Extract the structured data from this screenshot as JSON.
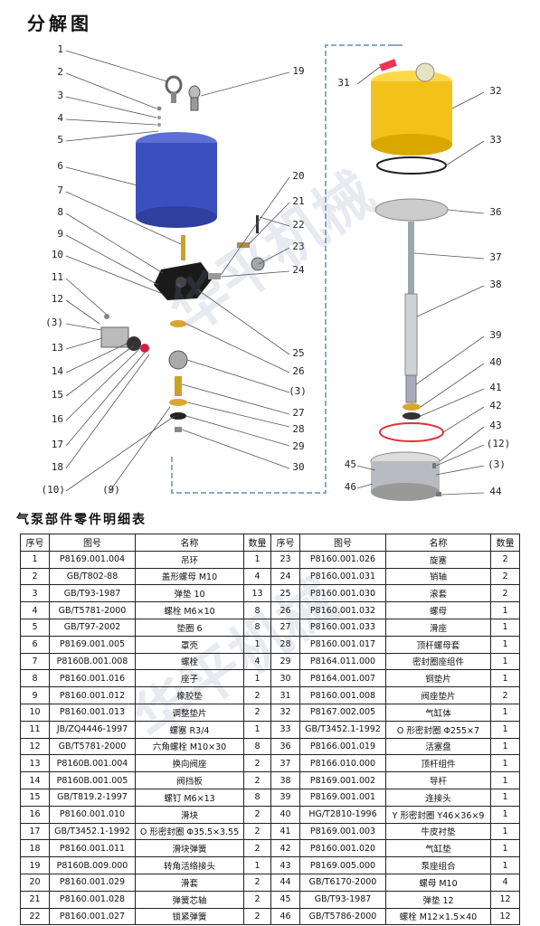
{
  "page_title": "分解图",
  "table_title": "气泵部件零件明细表",
  "watermark": "华平机械",
  "callouts_left": [
    "1",
    "2",
    "3",
    "4",
    "5",
    "6",
    "7",
    "8",
    "9",
    "10",
    "11",
    "12",
    "(3)",
    "13",
    "14",
    "15",
    "16",
    "17",
    "18",
    "(10)",
    "(9)"
  ],
  "callouts_mid": [
    "19",
    "20",
    "21",
    "22",
    "23",
    "24",
    "25",
    "26",
    "(3)",
    "27",
    "28",
    "29",
    "30"
  ],
  "callouts_right": [
    "31",
    "32",
    "33",
    "36",
    "37",
    "38",
    "39",
    "40",
    "41",
    "42",
    "43",
    "(12)",
    "(3)",
    "44",
    "45",
    "46"
  ],
  "headers": [
    "序号",
    "图号",
    "名称",
    "数量",
    "序号",
    "图号",
    "名称",
    "数量"
  ],
  "rows": [
    [
      "1",
      "P8169.001.004",
      "吊环",
      "1",
      "23",
      "P8160.001.026",
      "旋塞",
      "2"
    ],
    [
      "2",
      "GB/T802-88",
      "盖形螺母 M10",
      "4",
      "24",
      "P8160.001.031",
      "销轴",
      "2"
    ],
    [
      "3",
      "GB/T93-1987",
      "弹垫 10",
      "13",
      "25",
      "P8160.001.030",
      "滚套",
      "2"
    ],
    [
      "4",
      "GB/T5781-2000",
      "螺栓 M6×10",
      "8",
      "26",
      "P8160.001.032",
      "螺母",
      "1"
    ],
    [
      "5",
      "GB/T97-2002",
      "垫圈 6",
      "8",
      "27",
      "P8160.001.033",
      "滑座",
      "1"
    ],
    [
      "6",
      "P8169.001.005",
      "罩壳",
      "1",
      "28",
      "P8160.001.017",
      "顶杆螺母套",
      "1"
    ],
    [
      "7",
      "P8160B.001.008",
      "螺栓",
      "4",
      "29",
      "P8164.011.000",
      "密封圈座组件",
      "1"
    ],
    [
      "8",
      "P8160.001.016",
      "座子",
      "1",
      "30",
      "P8164.001.007",
      "铜垫片",
      "1"
    ],
    [
      "9",
      "P8160.001.012",
      "橡胶垫",
      "2",
      "31",
      "P8160.001.008",
      "阀座垫片",
      "2"
    ],
    [
      "10",
      "P8160.001.013",
      "调整垫片",
      "2",
      "32",
      "P8167.002.005",
      "气缸体",
      "1"
    ],
    [
      "11",
      "JB/ZQ4446-1997",
      "螺塞 R3/4",
      "1",
      "33",
      "GB/T3452.1-1992",
      "O 形密封圈 Φ255×7",
      "1"
    ],
    [
      "12",
      "GB/T5781-2000",
      "六角螺栓 M10×30",
      "8",
      "36",
      "P8166.001.019",
      "活塞盘",
      "1"
    ],
    [
      "13",
      "P8160B.001.004",
      "换向阀座",
      "2",
      "37",
      "P8166.010.000",
      "顶杆组件",
      "1"
    ],
    [
      "14",
      "P8160B.001.005",
      "阀挡板",
      "2",
      "38",
      "P8169.001.002",
      "导杆",
      "1"
    ],
    [
      "15",
      "GB/T819.2-1997",
      "螺钉 M6×13",
      "8",
      "39",
      "P8169.001.001",
      "连接头",
      "1"
    ],
    [
      "16",
      "P8160.001.010",
      "滑块",
      "2",
      "40",
      "HG/T2810-1996",
      "Y 形密封圈 Y46×36×9",
      "1"
    ],
    [
      "17",
      "GB/T3452.1-1992",
      "O 形密封圈 Φ35.5×3.55",
      "2",
      "41",
      "P8169.001.003",
      "牛皮衬垫",
      "1"
    ],
    [
      "18",
      "P8160.001.011",
      "滑块弹簧",
      "2",
      "42",
      "P8160.001.020",
      "气缸垫",
      "1"
    ],
    [
      "19",
      "P8160B.009.000",
      "转角活络接头",
      "1",
      "43",
      "P8169.005.000",
      "泵座组合",
      "1"
    ],
    [
      "20",
      "P8160.001.029",
      "滑套",
      "2",
      "44",
      "GB/T6170-2000",
      "螺母 M10",
      "4"
    ],
    [
      "21",
      "P8160.001.028",
      "弹簧芯轴",
      "2",
      "45",
      "GB/T93-1987",
      "弹垫 12",
      "12"
    ],
    [
      "22",
      "P8160.001.027",
      "锁紧弹簧",
      "2",
      "46",
      "GB/T5786-2000",
      "螺栓 M12×1.5×40",
      "12"
    ]
  ],
  "colors": {
    "blue_cover": "#3b4fbf",
    "yellow_cylinder": "#f2c21b",
    "leader_line": "#555555",
    "dash_frame": "#6a8ca8"
  }
}
